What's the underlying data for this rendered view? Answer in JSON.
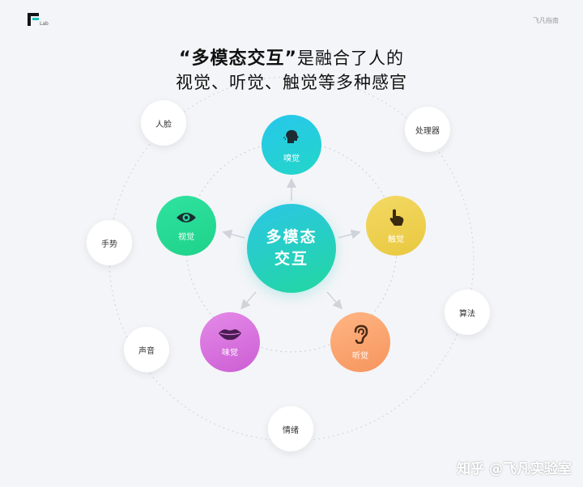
{
  "header": {
    "logo_sub": "Lab",
    "top_right": "飞凡指南"
  },
  "headline": {
    "line1_quoted": "“多模态交互”",
    "line1_rest": "是融合了人的",
    "line2": "视觉、听觉、触觉等多种感官"
  },
  "center": {
    "line1": "多模态",
    "line2": "交互"
  },
  "senses": {
    "smell": "嗅觉",
    "sight": "视觉",
    "touch": "触觉",
    "taste": "味觉",
    "hearing": "听觉"
  },
  "outer": {
    "face": "人脸",
    "processor": "处理器",
    "gesture": "手势",
    "algorithm": "算法",
    "voice": "声音",
    "emotion": "情绪"
  },
  "watermark": "知乎 @飞凡实验室",
  "icons": [
    "head-icon",
    "eye-icon",
    "hand-pointer-icon",
    "lips-icon",
    "ear-icon"
  ],
  "colors": {
    "center": "#22d3b8",
    "smell": "#27c7ec",
    "sight": "#23d995",
    "touch": "#efd052",
    "taste": "#d873df",
    "hearing": "#faa56f"
  }
}
